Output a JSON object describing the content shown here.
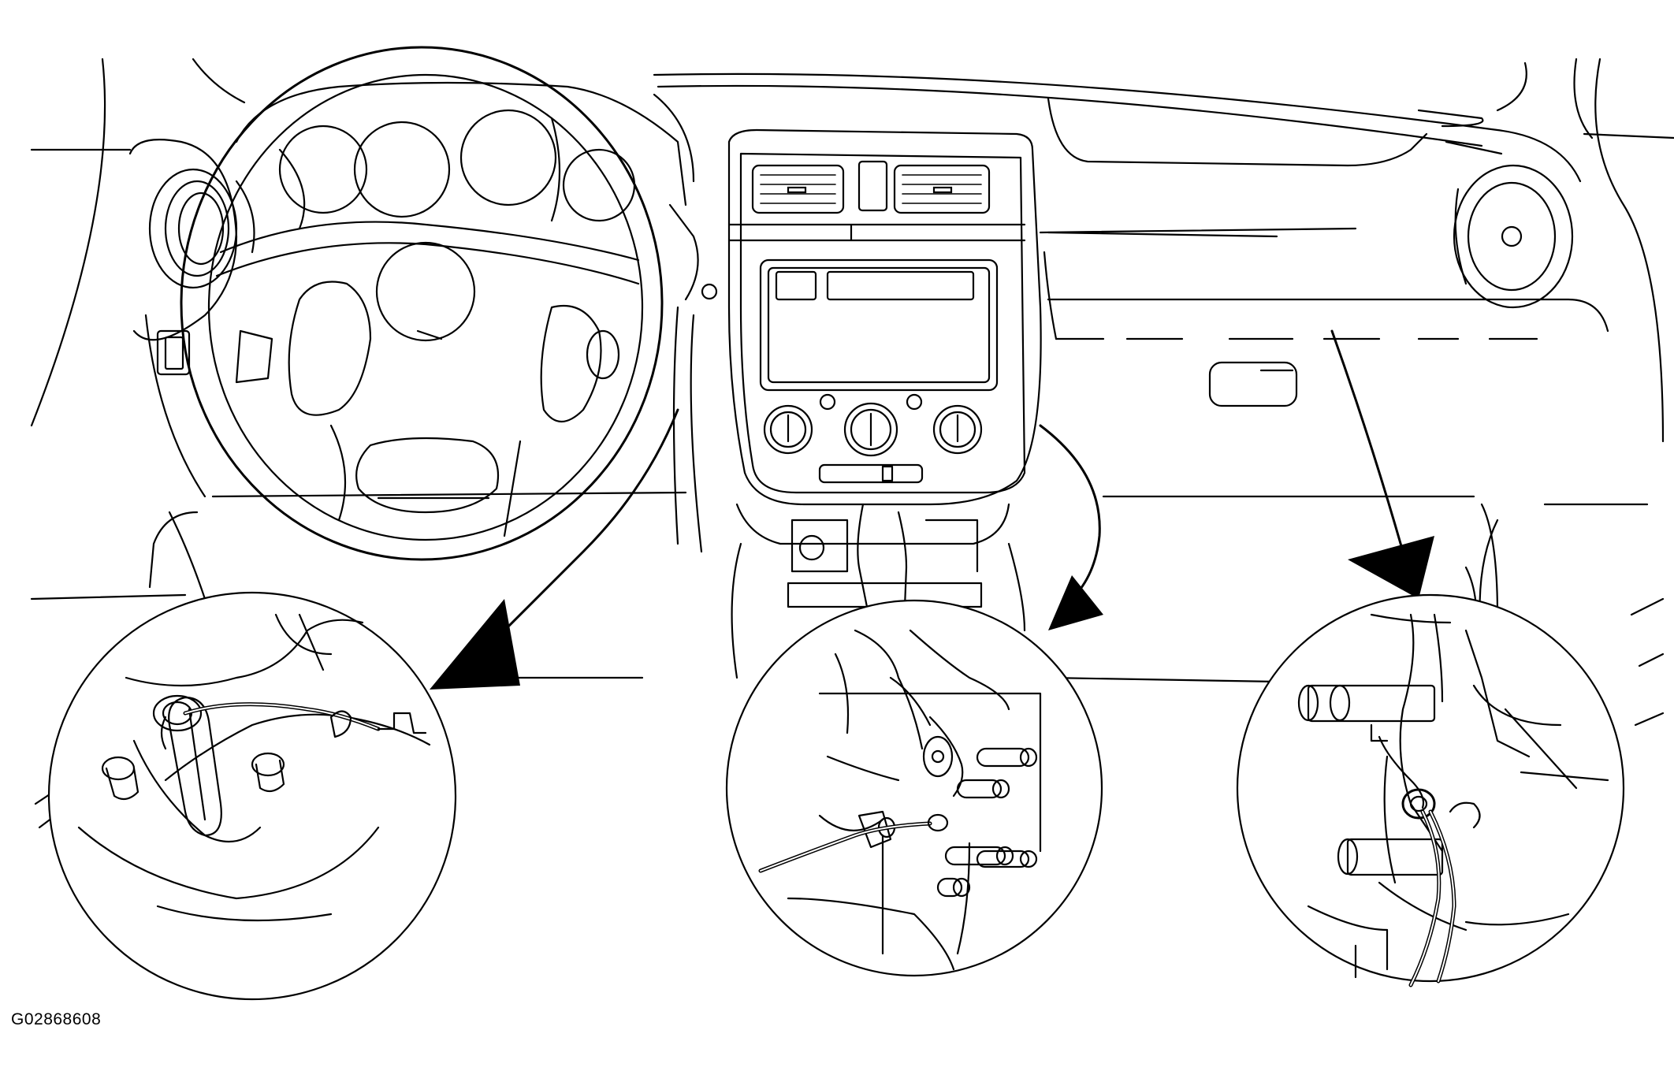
{
  "figure": {
    "id_label": "G02868608"
  },
  "colors": {
    "line": "#000000",
    "background": "#ffffff"
  },
  "callouts": [
    {
      "name": "driver-side-detail",
      "icon": "magnified-circle"
    },
    {
      "name": "center-console-detail",
      "icon": "magnified-circle"
    },
    {
      "name": "passenger-side-detail",
      "icon": "magnified-circle"
    }
  ]
}
